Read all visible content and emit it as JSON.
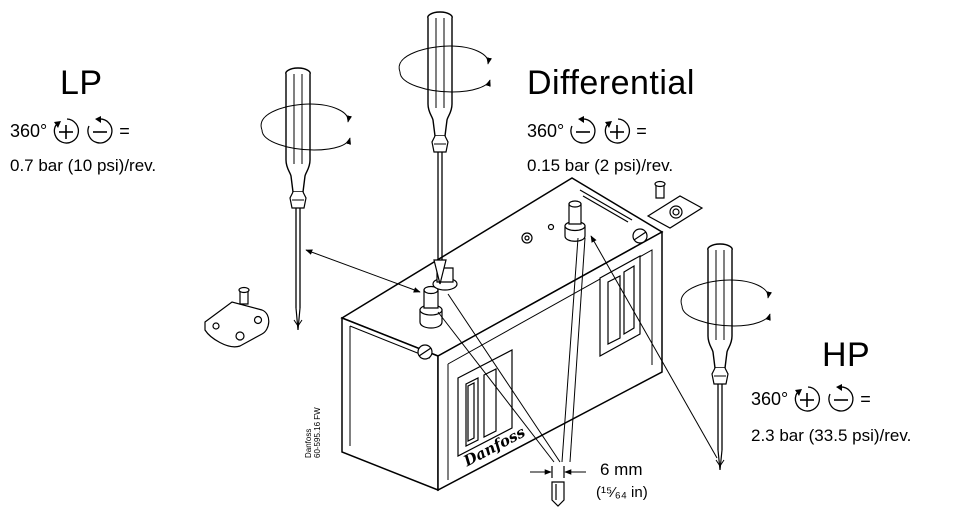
{
  "lp": {
    "title": "LP",
    "degrees": "360°",
    "symbol_1": "plus-arrow-icon",
    "symbol_2": "minus-arrow-icon",
    "equals": "=",
    "rate": "0.7 bar (10 psi)/rev."
  },
  "differential": {
    "title": "Differential",
    "degrees": "360°",
    "symbol_1": "minus-arrow-icon",
    "symbol_2": "plus-arrow-icon",
    "equals": "=",
    "rate": "0.15 bar (2 psi)/rev."
  },
  "hp": {
    "title": "HP",
    "degrees": "360°",
    "symbol_1": "plus-arrow-icon",
    "symbol_2": "minus-arrow-icon",
    "equals": "=",
    "rate": "2.3 bar (33.5 psi)/rev."
  },
  "tool": {
    "size": "6 mm",
    "size_inch": "(¹⁵⁄₆₄ in)"
  },
  "drawing_ref": {
    "brand": "Danfoss",
    "code": "60-595.16 FW"
  },
  "logo_text": "Danfoss",
  "colors": {
    "line": "#000000",
    "background": "#ffffff"
  }
}
